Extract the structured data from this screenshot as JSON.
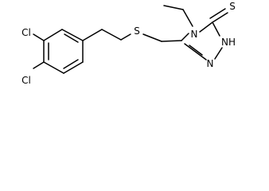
{
  "molecule": {
    "atoms": {
      "cl_top": "Cl",
      "cl_bottom": "Cl",
      "s_thioether": "S",
      "s_thione": "S",
      "n4": "N",
      "n1": "N",
      "nh": "NH"
    }
  }
}
